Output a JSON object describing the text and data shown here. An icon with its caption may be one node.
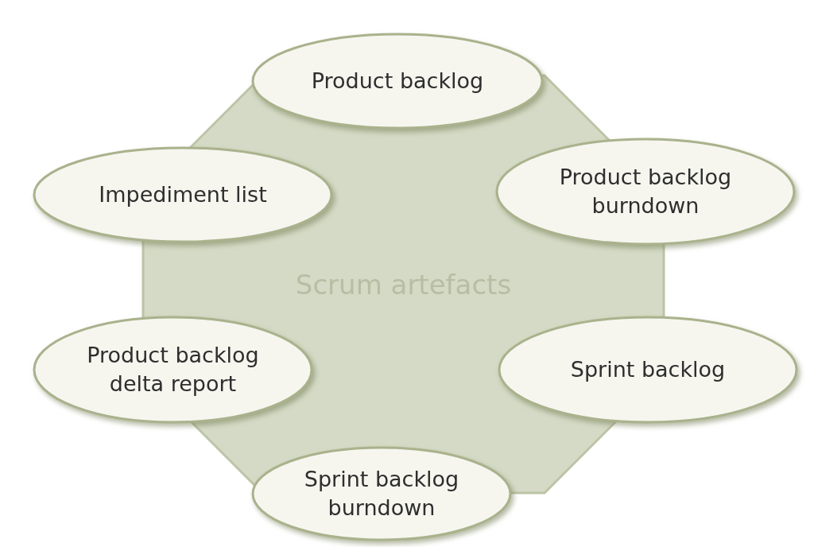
{
  "diagram": {
    "nodes": [
      {
        "text": [
          "Scrum artefacts"
        ]
      },
      {
        "text": [
          "Product backlog"
        ]
      },
      {
        "text": [
          "Impediment list"
        ]
      },
      {
        "text": [
          "Product backlog burndown"
        ]
      },
      {
        "text": [
          "Product backlog delta report"
        ]
      },
      {
        "text": [
          "Sprint backlog"
        ]
      },
      {
        "text": [
          "Sprint backlog burndown"
        ]
      }
    ]
  }
}
